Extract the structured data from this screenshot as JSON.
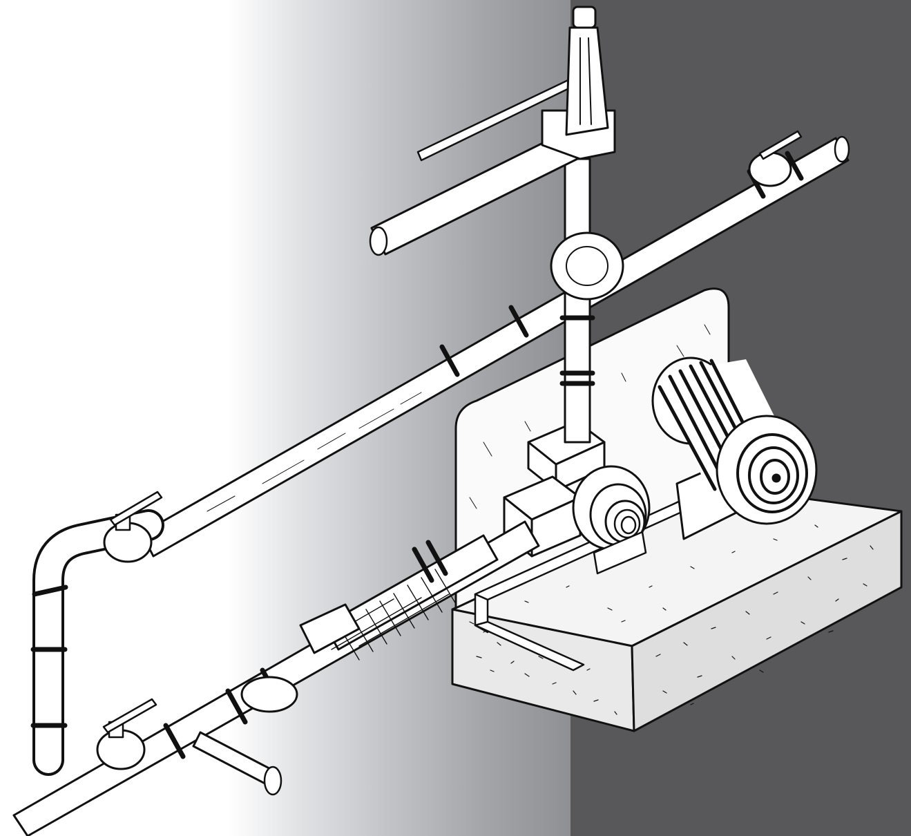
{
  "colors": {
    "background_light": "#ffffff",
    "background_mid": "#a3a5a8",
    "background_dark": "#58585a",
    "line": "#111111",
    "fill": "#ffffff"
  },
  "illustration": {
    "parts": [
      "pipes",
      "ball-valves",
      "relief-valve",
      "centrifugal-pump",
      "electric-motor",
      "flexible-hose",
      "strainer",
      "concrete-base",
      "steel-channel"
    ]
  }
}
